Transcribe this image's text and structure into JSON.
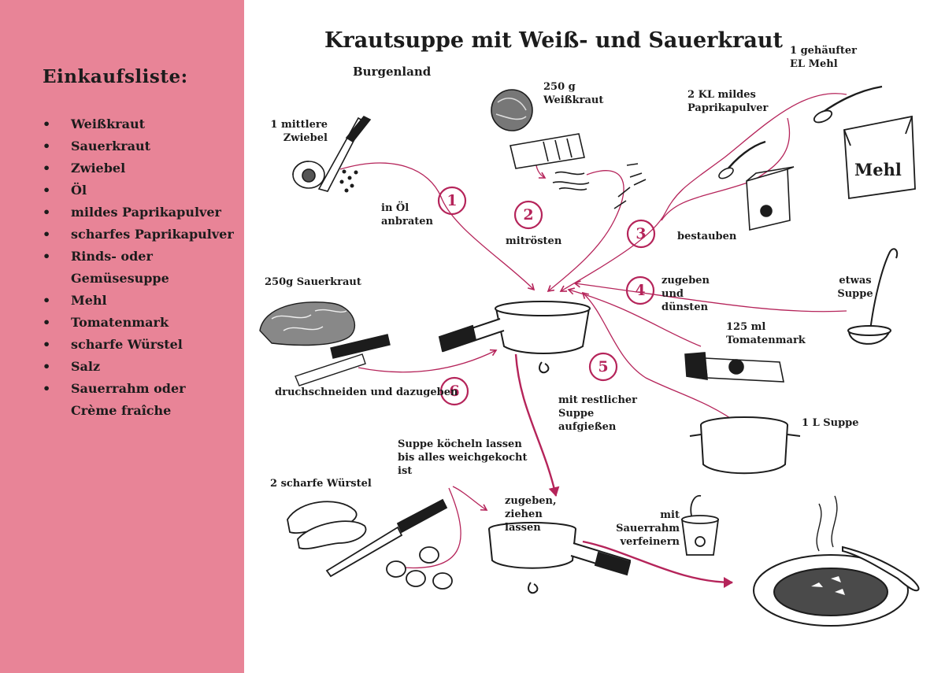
{
  "colors": {
    "sidebar": "#e88497",
    "accent": "#b5245a",
    "ink": "#1c1c1c"
  },
  "shopping_list": {
    "heading": "Einkaufsliste:",
    "bullet": "•",
    "items": [
      "Weißkraut",
      "Sauerkraut",
      "Zwiebel",
      "Öl",
      "mildes Paprikapulver",
      "scharfes Paprikapulver",
      "Rinds- oder Gemüsesuppe",
      "Mehl",
      "Tomatenmark",
      "scharfe Würstel",
      "Salz",
      "Sauerrahm oder",
      "Crème fraîche"
    ]
  },
  "recipe": {
    "title": "Krautsuppe mit Weiß- und Sauerkraut",
    "region": "Burgenland",
    "ingredients": {
      "onion": "1 mittlere Zwiebel",
      "white_cabbage": "250 g Weißkraut",
      "paprika": "2 KL mildes Paprikapulver",
      "flour": "1 gehäufter EL Mehl",
      "flour_bag_label": "Mehl",
      "soup_ladle": "etwas Suppe",
      "tomato_paste": "125 ml Tomatenmark",
      "sauerkraut": "250g Sauerkraut",
      "soup_pot": "1 L Suppe",
      "sausages": "2 scharfe Würstel"
    },
    "steps": [
      {
        "number": "1",
        "text": "in Öl anbraten"
      },
      {
        "number": "2",
        "text": "mitrösten"
      },
      {
        "number": "3",
        "text": "bestauben"
      },
      {
        "number": "4",
        "text": "zugeben und dünsten"
      },
      {
        "number": "5",
        "text": "mit restlicher Suppe aufgießen"
      },
      {
        "number": "6",
        "text": "druchschneiden und dazugeben"
      }
    ],
    "simmer": "Suppe köcheln lassen bis alles weichgekocht ist",
    "add_rest": "zugeben, ziehen lassen",
    "finish": "mit Sauerrahm verfeinern"
  }
}
